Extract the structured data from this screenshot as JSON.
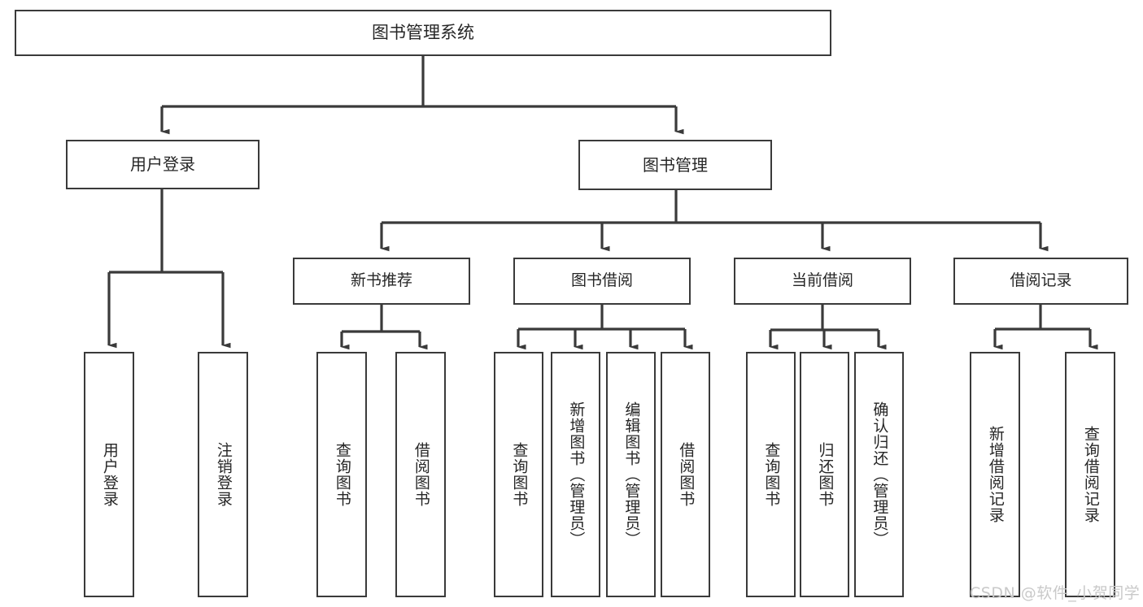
{
  "diagram": {
    "title": "图书管理系统",
    "type": "tree-hierarchy",
    "watermark": "CSDN @软件_小贺同学",
    "colors": {
      "stroke": "#3a3a3a",
      "text": "#262626",
      "background": "#ffffff",
      "watermark": "#c9c9c9"
    },
    "nodes": {
      "root": {
        "label": "图书管理系统"
      },
      "level2": [
        {
          "id": "user-login",
          "label": "用户登录"
        },
        {
          "id": "book-management",
          "label": "图书管理"
        }
      ],
      "level3": [
        {
          "id": "new-book-recommend",
          "label": "新书推荐"
        },
        {
          "id": "book-borrow",
          "label": "图书借阅"
        },
        {
          "id": "current-borrow",
          "label": "当前借阅"
        },
        {
          "id": "borrow-record",
          "label": "借阅记录"
        }
      ],
      "leaves": {
        "user_login": [
          {
            "id": "leaf-user-login",
            "label": "用户登录"
          },
          {
            "id": "leaf-logout-login",
            "label": "注销登录"
          }
        ],
        "new_book_recommend": [
          {
            "id": "leaf-query-book-1",
            "label": "查询图书"
          },
          {
            "id": "leaf-borrow-book-1",
            "label": "借阅图书"
          }
        ],
        "book_borrow": [
          {
            "id": "leaf-query-book-2",
            "label": "查询图书"
          },
          {
            "id": "leaf-add-book-admin",
            "label": "新增图书（管理员）"
          },
          {
            "id": "leaf-edit-book-admin",
            "label": "编辑图书（管理员）"
          },
          {
            "id": "leaf-borrow-book-2",
            "label": "借阅图书"
          }
        ],
        "current_borrow": [
          {
            "id": "leaf-query-book-3",
            "label": "查询图书"
          },
          {
            "id": "leaf-return-book",
            "label": "归还图书"
          },
          {
            "id": "leaf-confirm-return-admin",
            "label": "确认归还（管理员）"
          }
        ],
        "borrow_record": [
          {
            "id": "leaf-add-borrow-record",
            "label": "新增借阅记录"
          },
          {
            "id": "leaf-query-borrow-record",
            "label": "查询借阅记录"
          }
        ]
      }
    }
  }
}
